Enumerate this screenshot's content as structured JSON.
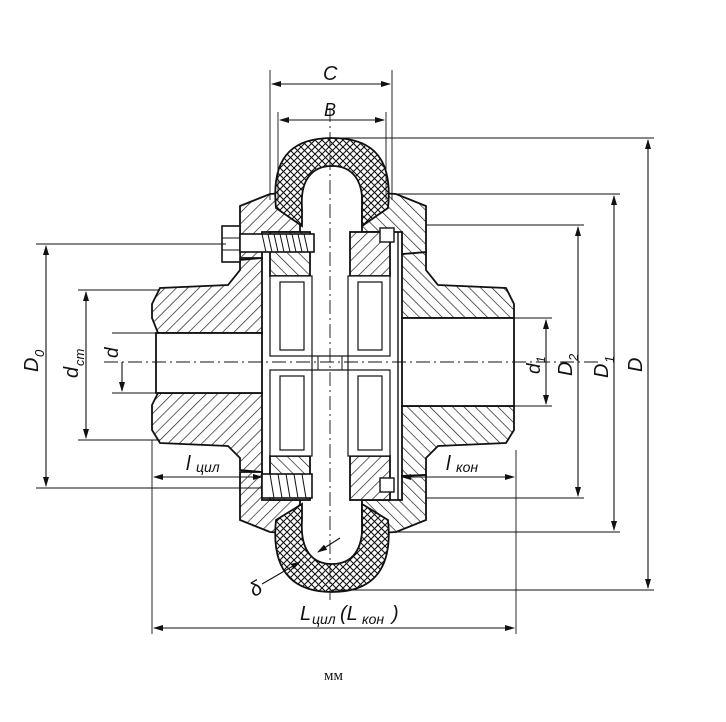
{
  "labels": {
    "C": "C",
    "B": "B",
    "D0": "D",
    "D0_sub": "0",
    "dct": "d",
    "dct_sub": "cт",
    "d": "d",
    "d1": "d",
    "d1_sub": "1",
    "D2": "D",
    "D2_sub": "2",
    "D1": "D",
    "D1_sub": "1",
    "D": "D",
    "lcyl": "l",
    "lcyl_sub": "цил",
    "lkon": "l",
    "lkon_sub": "кон",
    "delta": "δ",
    "Lbottom": "L",
    "Lbottom_sub1": "цил",
    "Lbottom_mid": "(L",
    "Lbottom_sub2": "кон",
    "Lbottom_end": ")"
  },
  "caption": "мм",
  "colors": {
    "ink": "#111111",
    "paper": "#ffffff"
  }
}
